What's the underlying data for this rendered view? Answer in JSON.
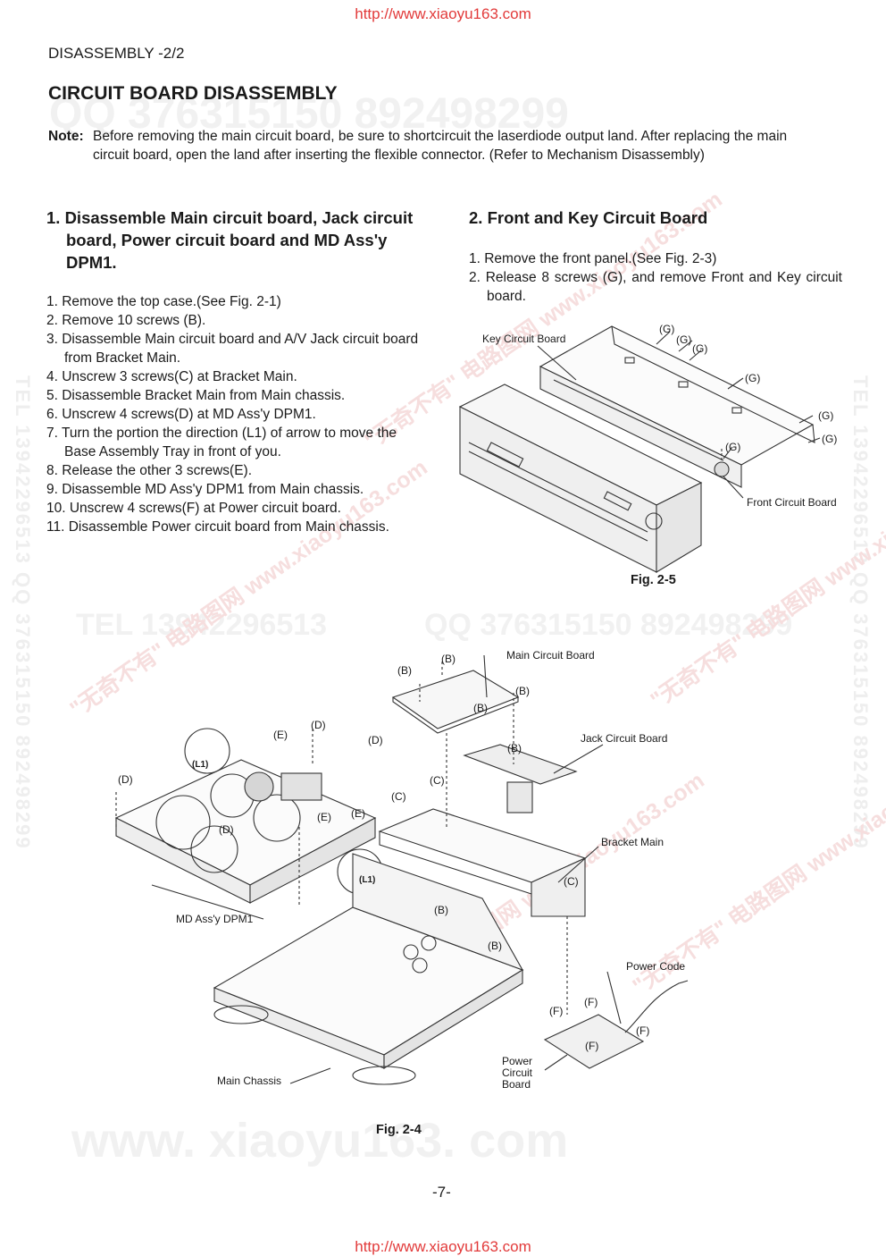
{
  "page": {
    "url_top": "http://www.xiaoyu163.com",
    "url_bottom": "http://www.xiaoyu163.com",
    "header": "DISASSEMBLY -2/2",
    "title": "CIRCUIT BOARD DISASSEMBLY",
    "page_number": "-7-"
  },
  "note": {
    "label": "Note:",
    "text": "Before removing the main circuit board, be sure to shortcircuit the laserdiode output land. After replacing the main circuit board, open the land after inserting the flexible connector. (Refer to Mechanism Disassembly)"
  },
  "section1": {
    "heading": "1. Disassemble Main circuit board, Jack circuit board, Power circuit board and MD Ass'y DPM1.",
    "steps": [
      "1. Remove the top case.(See Fig. 2-1)",
      "2. Remove 10 screws (B).",
      "3. Disassemble Main circuit board and A/V Jack circuit board from Bracket Main.",
      "4. Unscrew 3 screws(C) at Bracket Main.",
      "5. Disassemble Bracket Main from Main chassis.",
      "6. Unscrew 4 screws(D) at MD Ass'y DPM1.",
      "7. Turn the portion the direction (L1) of arrow to move the Base Assembly Tray in front of you.",
      "8. Release the other 3 screws(E).",
      "9. Disassemble MD Ass'y DPM1 from Main chassis.",
      "10. Unscrew 4 screws(F) at Power circuit board.",
      "11. Disassemble Power circuit board from Main chassis."
    ]
  },
  "section2": {
    "heading": "2. Front and Key Circuit Board",
    "steps": [
      "1. Remove the front panel.(See Fig. 2-3)",
      "2. Release 8 screws (G), and remove Front and Key circuit board."
    ]
  },
  "fig25": {
    "caption": "Fig. 2-5",
    "labels": {
      "key_board": "Key Circuit Board",
      "front_board": "Front Circuit Board",
      "screw": "(G)"
    }
  },
  "fig24": {
    "caption": "Fig. 2-4",
    "labels": {
      "main_board": "Main Circuit Board",
      "jack_board": "Jack Circuit Board",
      "bracket_main": "Bracket Main",
      "md_assy": "MD Ass'y DPM1",
      "main_chassis": "Main Chassis",
      "power_code": "Power Code",
      "power_board": "Power Circuit Board",
      "l1": "(L1)",
      "screw_b": "(B)",
      "screw_c": "(C)",
      "screw_d": "(D)",
      "screw_e": "(E)",
      "screw_f": "(F)"
    }
  },
  "watermarks": {
    "qq_top": "QQ 376315150  892498299",
    "tel_mid": "TEL 13942296513",
    "qq_mid": "QQ 376315150  892498299",
    "side": "TEL 13942296513  QQ 376315150  892498299",
    "site": "www. xiaoyu163. com",
    "diag": "\"无奇不有\" 电路图网 www.xiaoyu163.com"
  }
}
